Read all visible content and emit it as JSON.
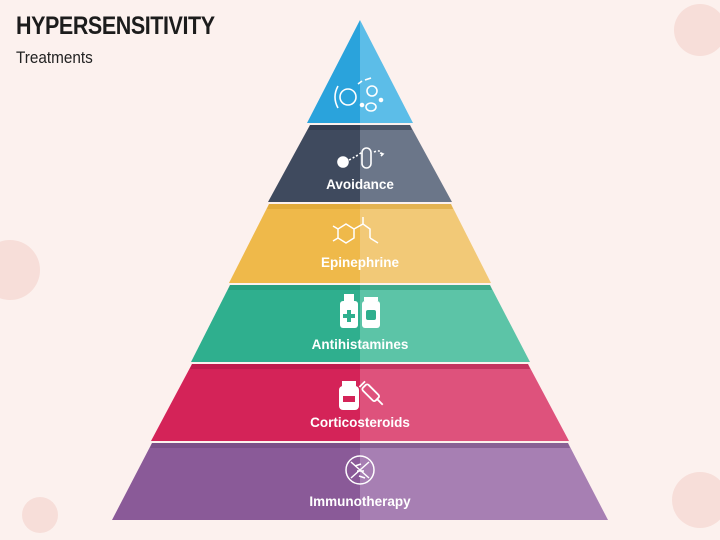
{
  "header": {
    "title": "HYPERSENSITIVITY",
    "subtitle": "Treatments"
  },
  "tiers": [
    {
      "label": "",
      "icon": "allergen-cells-icon",
      "color_left": "#2aa3dc",
      "color_right": "#5cbde8"
    },
    {
      "label": "Avoidance",
      "icon": "avoid-path-icon",
      "color_left": "#3f4a5e",
      "color_right": "#6b7689"
    },
    {
      "label": "Epinephrine",
      "icon": "molecule-icon",
      "color_left": "#efb94a",
      "color_right": "#f2c977"
    },
    {
      "label": "Antihistamines",
      "icon": "medicine-bottles-icon",
      "color_left": "#2faf8e",
      "color_right": "#5cc4a7"
    },
    {
      "label": "Corticosteroids",
      "icon": "pill-bottle-syringe-icon",
      "color_left": "#d42358",
      "color_right": "#de527c"
    },
    {
      "label": "Immunotherapy",
      "icon": "dna-icon",
      "color_left": "#8a5a98",
      "color_right": "#a77fb3"
    }
  ]
}
